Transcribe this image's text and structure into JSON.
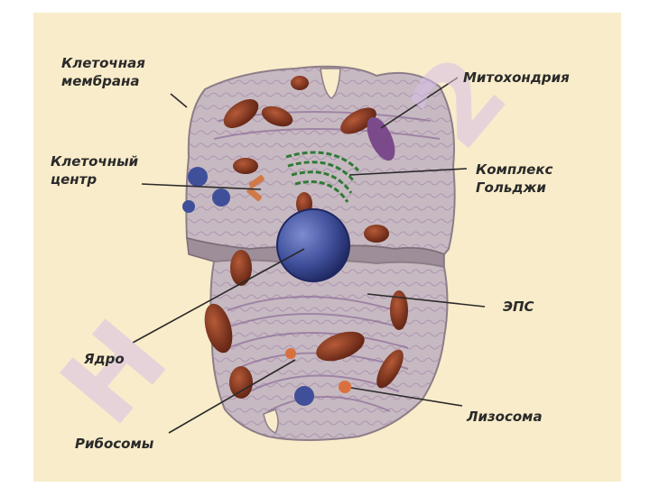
{
  "labels": {
    "cell_membrane": [
      "Клеточная",
      "мембрана"
    ],
    "mitochondrion": "Митохондрия",
    "cell_center": [
      "Клеточный",
      "центр"
    ],
    "golgi": [
      "Комплекс",
      "Гольджи"
    ],
    "er": "ЭПС",
    "nucleus": "Ядро",
    "ribosomes": "Рибосомы",
    "lysosome": "Лизосома"
  },
  "colors": {
    "background": "#f9ecca",
    "cytoplasm": "#c7b9c1",
    "cytoplasm_edge": "#8d7d88",
    "mitochondrion": "#8a3a22",
    "nucleus": "#3f4f9a",
    "golgi": "#2e7a35",
    "lysosome": "#d8713f",
    "watermark": "#d8bfe8"
  }
}
